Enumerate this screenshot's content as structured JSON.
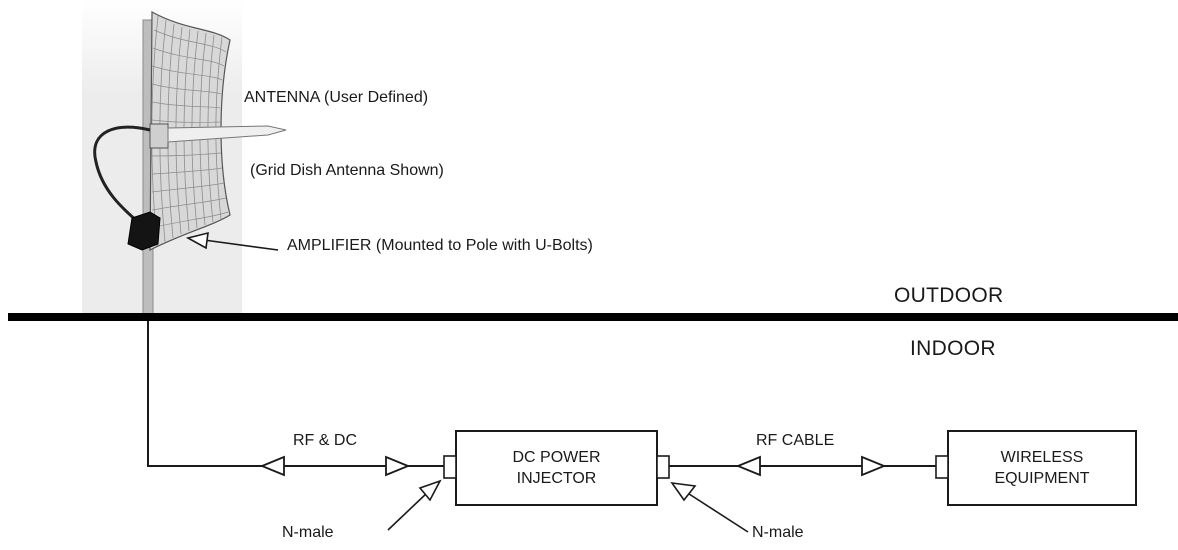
{
  "antenna": {
    "label": "ANTENNA (User Defined)",
    "note": "(Grid Dish Antenna Shown)"
  },
  "amplifier": {
    "label": "AMPLIFIER (Mounted to Pole with U-Bolts)"
  },
  "zones": {
    "outdoor": "OUTDOOR",
    "indoor": "INDOOR"
  },
  "cables": {
    "rf_dc": "RF & DC",
    "rf_cable": "RF CABLE"
  },
  "injector": {
    "line1": "DC POWER",
    "line2": "INJECTOR"
  },
  "equipment": {
    "line1": "WIRELESS",
    "line2": "EQUIPMENT"
  },
  "connectors": {
    "left": "N-male",
    "right": "N-male"
  }
}
